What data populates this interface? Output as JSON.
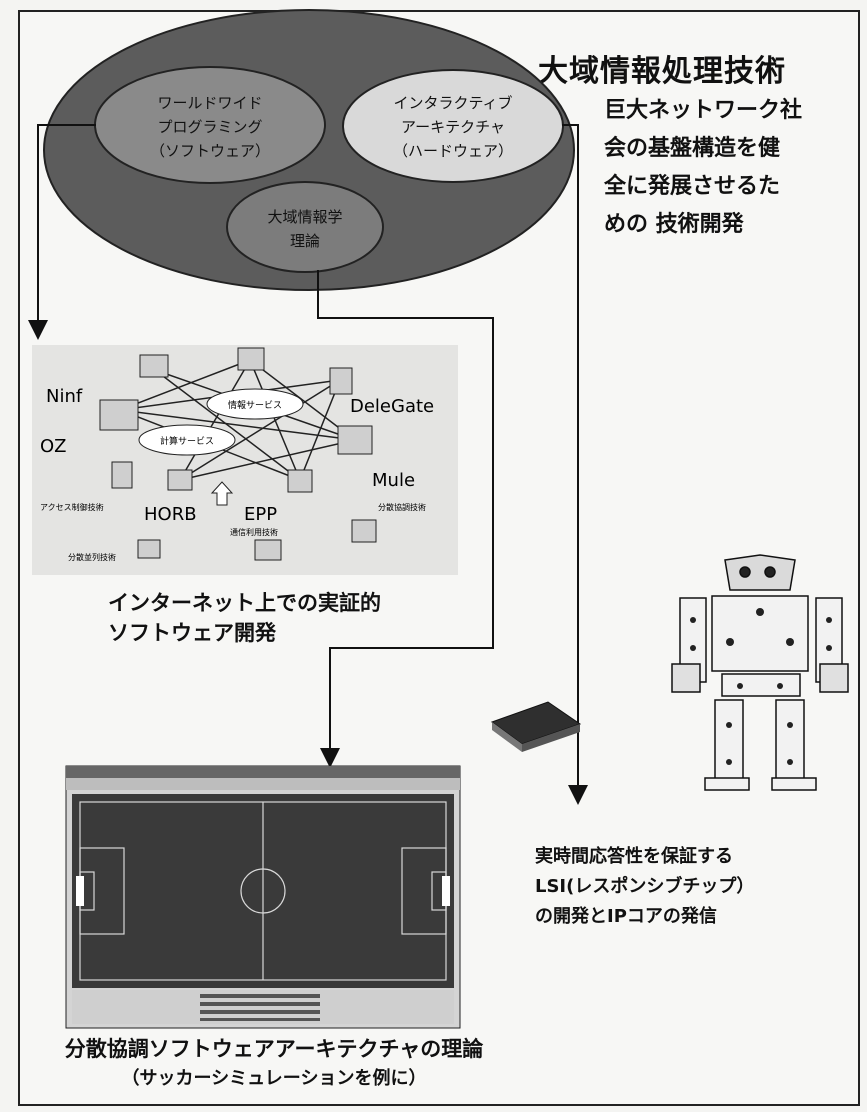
{
  "title": "大域情報処理技術",
  "description": [
    "巨大ネットワーク社",
    "会の基盤構造を健",
    "全に発展させるた",
    "めの 技術開発"
  ],
  "ellipses": {
    "software": [
      "ワールドワイド",
      "プログラミング",
      "（ソフトウェア）"
    ],
    "hardware": [
      "インタラクティブ",
      "アーキテクチャ",
      "（ハードウェア）"
    ],
    "theory": [
      "大域情報学",
      "理論"
    ]
  },
  "network": {
    "labels": [
      "Ninf",
      "OZ",
      "DeleGate",
      "Mule",
      "HORB",
      "EPP"
    ],
    "service1": "情報サービス",
    "service2": "計算サービス",
    "small1": "アクセス制御技術",
    "small2": "通信利用技術",
    "small3": "分散協調技術",
    "small4": "分散並列技術"
  },
  "captions": {
    "network": [
      "インターネット上での実証的",
      "ソフトウェア開発"
    ],
    "lsi": [
      "実時間応答性を保証する",
      "LSI(レスポンシブチップ）",
      "の開発とIPコアの発信"
    ],
    "soccer": [
      "分散協調ソフトウェアアーキテクチャの理論",
      "（サッカーシミュレーションを例に）"
    ]
  },
  "colors": {
    "ellipse_outer": "#5a5a5a",
    "ellipse_inner": "#8a8a8a",
    "hardware_fill": "#d8d8d8",
    "field": "#3c3c3c"
  }
}
